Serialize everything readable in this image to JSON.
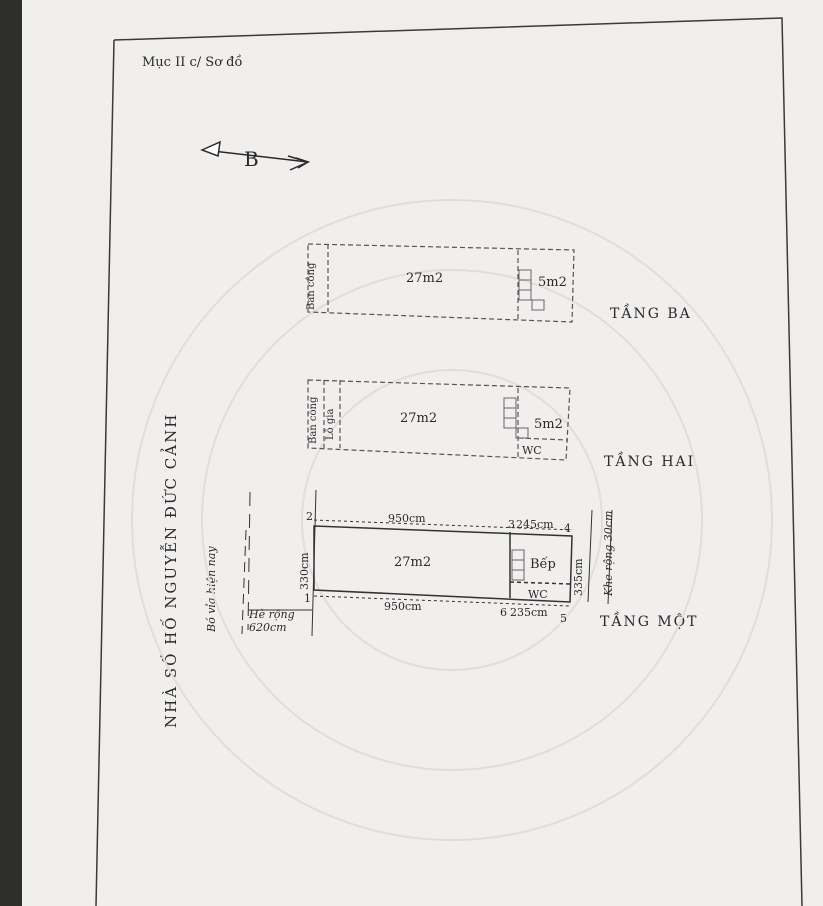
{
  "header": "Mục II c/ Sơ đồ",
  "north_label": "B",
  "street": "NHÀ SỐ HỐ NGUYỄN ĐỨC CẢNH",
  "floors": {
    "third": {
      "label": "TẦNG BA",
      "balcony": "Ban công",
      "main_area": "27m2",
      "stair_area": "5m2"
    },
    "second": {
      "label": "TẦNG HAI",
      "balcony": "Ban công",
      "loggia": "Lô gia",
      "main_area": "27m2",
      "stair_area": "5m2",
      "wc": "WC"
    },
    "first": {
      "label": "TẦNG MỘT",
      "main_area": "27m2",
      "kitchen": "Bếp",
      "wc": "WC",
      "dim_top": "950cm",
      "dim_top_right": "245cm",
      "dim_bottom": "950cm",
      "dim_bottom_right": "235cm",
      "dim_left": "330cm",
      "dim_right": "335cm",
      "point_1": "1",
      "point_2": "2",
      "point_3": "3",
      "point_4": "4",
      "point_5": "5",
      "point_6": "6"
    }
  },
  "sidewalk_edge": "Bó vỉa hiện nay",
  "sidewalk_width": "Hè rộng 620cm",
  "gap_width": "Khe rộng 30cm"
}
